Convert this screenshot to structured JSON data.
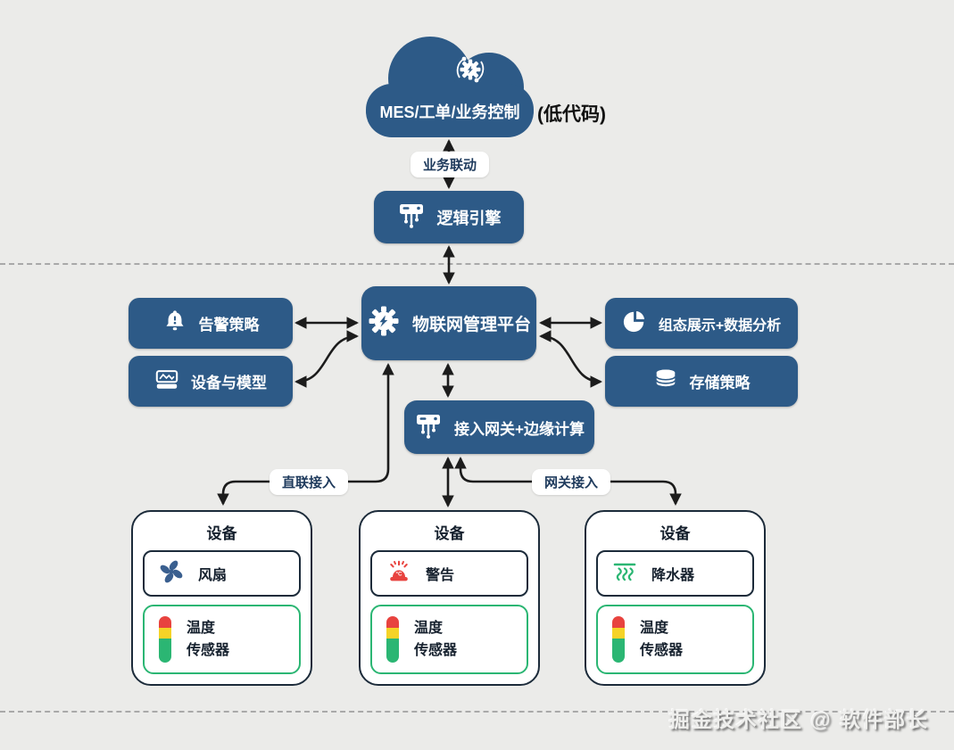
{
  "diagram": {
    "cloud": {
      "label": "MES/工单/业务控制",
      "side_note": "(低代码)"
    },
    "pills": {
      "business_link": "业务联动",
      "direct_access": "直联接入",
      "gateway_access": "网关接入"
    },
    "nodes": {
      "logic_engine": "逻辑引擎",
      "platform": "物联网管理平台",
      "alert_policy": "告警策略",
      "device_model": "设备与模型",
      "scada": "组态展示+数据分析",
      "storage": "存储策略",
      "gateway": "接入网关+边缘计算"
    },
    "devices": [
      {
        "title": "设备",
        "actuator": "风扇",
        "actuator_icon": "fan-icon",
        "sensor_line1": "温度",
        "sensor_line2": "传感器",
        "sensor_icon": "temperature-level-icon"
      },
      {
        "title": "设备",
        "actuator": "警告",
        "actuator_icon": "alarm-icon",
        "sensor_line1": "温度",
        "sensor_line2": "传感器",
        "sensor_icon": "temperature-level-icon"
      },
      {
        "title": "设备",
        "actuator": "降水器",
        "actuator_icon": "sprinkler-icon",
        "sensor_line1": "温度",
        "sensor_line2": "传感器",
        "sensor_icon": "temperature-level-icon"
      }
    ],
    "icons": {
      "cloud": "gear-automation-icon",
      "platform": "gear-burst-icon",
      "logic_engine": "hub-wires-icon",
      "gateway": "hub-wires-icon",
      "alert_policy": "bell-icon",
      "device_model": "screen-wave-icon",
      "scada": "pie-chart-icon",
      "storage": "database-icon"
    },
    "watermark": "掘金技术社区 @ 软件部长",
    "colors": {
      "box_blue": "#2d5a87",
      "background": "#ebebe9",
      "line": "#1c1c1c",
      "green": "#2bb673",
      "red": "#e8433f",
      "yellow": "#f5d327",
      "fan_blue": "#3a5f8f",
      "pill_text": "#1e3a5c"
    }
  }
}
